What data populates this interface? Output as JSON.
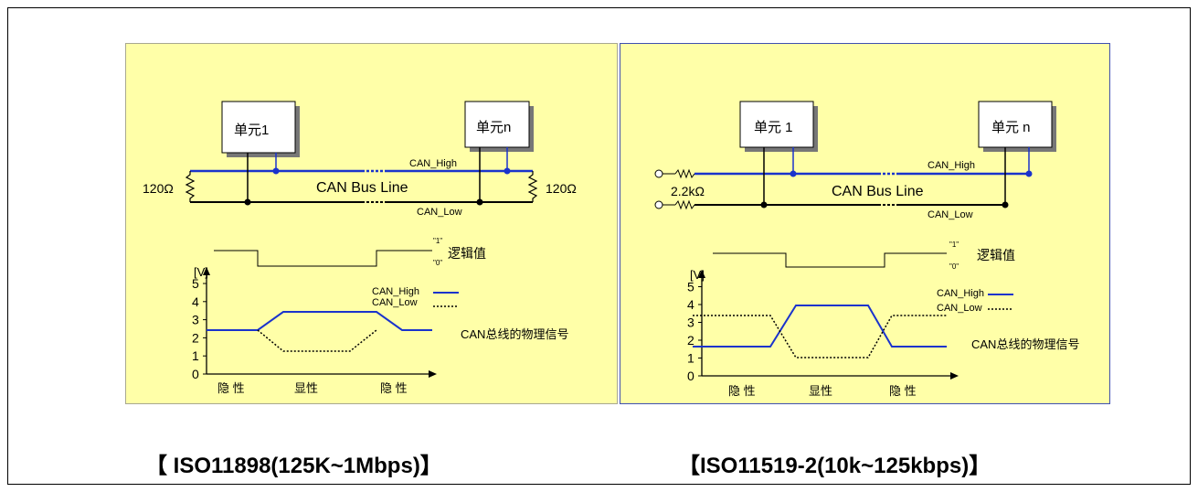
{
  "left": {
    "unit1": "单元1",
    "unitn": "单元n",
    "bus_label": "CAN Bus Line",
    "can_high": "CAN_High",
    "can_low": "CAN_Low",
    "res_left": "120Ω",
    "res_right": "120Ω",
    "logic_one": "\"1\"",
    "logic_zero": "\"0\"",
    "logic_label": "逻辑值",
    "y_unit": "[V]",
    "y_ticks": [
      "0",
      "1",
      "2",
      "3",
      "4",
      "5"
    ],
    "legend_high": "CAN_High",
    "legend_low": "CAN_Low",
    "signal_label": "CAN总线的物理信号",
    "x_labels": [
      "隐 性",
      "显性",
      "隐 性"
    ],
    "caption": "【 ISO11898(125K~1Mbps)】"
  },
  "right": {
    "unit1": "单元 1",
    "unitn": "单元 n",
    "bus_label": "CAN Bus Line",
    "can_high": "CAN_High",
    "can_low": "CAN_Low",
    "res_label": "2.2kΩ",
    "logic_one": "\"1\"",
    "logic_zero": "\"0\"",
    "logic_label": "逻辑值",
    "y_unit": "[V]",
    "y_ticks": [
      "0",
      "1",
      "2",
      "3",
      "4",
      "5"
    ],
    "legend_high": "CAN_High",
    "legend_low": "CAN_Low",
    "signal_label": "CAN总线的物理信号",
    "x_labels": [
      "隐 性",
      "显性",
      "隐 性"
    ],
    "caption": "【ISO11519-2(10k~125kbps)】"
  }
}
